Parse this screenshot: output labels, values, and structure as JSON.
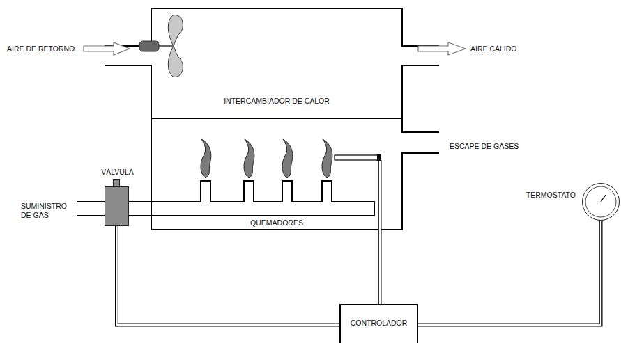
{
  "diagram": {
    "nodes": [
      {
        "text": [
          "INTERCAMBIADOR DE CALOR"
        ]
      },
      {
        "text": [
          "QUEMADORES"
        ]
      },
      {
        "text": [
          "VÁLVULA"
        ]
      },
      {
        "text": [
          "TERMOSTATO"
        ]
      },
      {
        "text": [
          "CONTROLADOR"
        ]
      }
    ],
    "edges": [
      {
        "from": 2,
        "to": 4,
        "arrow": "none"
      },
      {
        "from": 4,
        "to": 3,
        "arrow": "none"
      }
    ],
    "labels": [
      "AIRE DE RETORNO",
      "AIRE CÁLIDO",
      "ESCAPE DE GASES",
      "SUMINISTRO DE GAS"
    ]
  }
}
